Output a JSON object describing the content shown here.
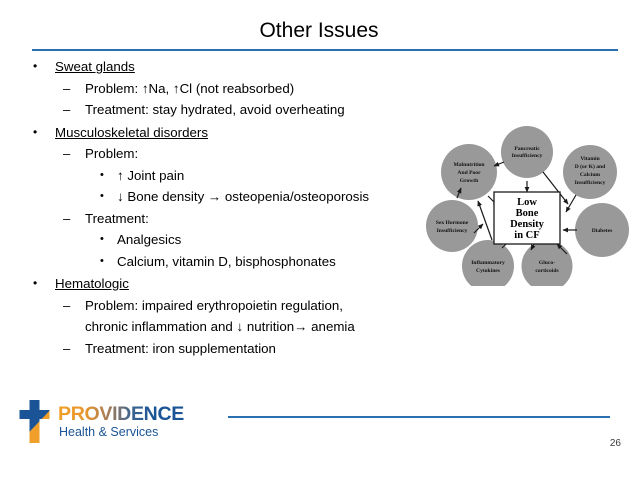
{
  "slide": {
    "title": "Other Issues",
    "page_number": "26",
    "accent_color": "#2a6fb0"
  },
  "bullets": [
    {
      "level": 1,
      "marker": "•",
      "text": "Sweat glands"
    },
    {
      "level": 2,
      "marker": "–",
      "text": "Problem:  ↑Na, ↑Cl (not reabsorbed)"
    },
    {
      "level": 2,
      "marker": "–",
      "text": "Treatment:  stay hydrated, avoid overheating"
    },
    {
      "level": 1,
      "marker": "•",
      "text": "Musculoskeletal disorders"
    },
    {
      "level": 2,
      "marker": "–",
      "text": "Problem:"
    },
    {
      "level": 3,
      "marker": "•",
      "text": "↑ Joint pain"
    },
    {
      "level": 3,
      "marker": "•",
      "text": "↓ Bone density → osteopenia/osteoporosis"
    },
    {
      "level": 2,
      "marker": "–",
      "text": "Treatment:"
    },
    {
      "level": 3,
      "marker": "•",
      "text": "Analgesics"
    },
    {
      "level": 3,
      "marker": "•",
      "text": "Calcium, vitamin D, bisphosphonates"
    },
    {
      "level": 1,
      "marker": "•",
      "text": "Hematologic"
    },
    {
      "level": 2,
      "marker": "–",
      "text": "Problem: impaired erythropoietin regulation,",
      "text2": "chronic inflammation and ↓ nutrition→ anemia"
    },
    {
      "level": 2,
      "marker": "–",
      "text": "Treatment:  iron supplementation"
    }
  ],
  "diagram": {
    "center": {
      "lines": [
        "Low",
        "Bone",
        "Density",
        "in CF"
      ]
    },
    "node_color": "#999999",
    "nodes": [
      {
        "id": "pancreatic-insufficiency",
        "lines": [
          "Pancreatic",
          "Insufficiency"
        ]
      },
      {
        "id": "vitamin-d-calcium-insufficiency",
        "lines": [
          "Vitamin",
          "D (or K) and",
          "Calcium",
          "Insufficiency"
        ]
      },
      {
        "id": "diabetes",
        "lines": [
          "Diabetes"
        ]
      },
      {
        "id": "glucocorticoids",
        "lines": [
          "Gluco-",
          "corticoids"
        ]
      },
      {
        "id": "inflammatory-cytokines",
        "lines": [
          "Inflammatory",
          "Cytokines"
        ]
      },
      {
        "id": "sex-hormone-insufficiency",
        "lines": [
          "Sex Hormone",
          "Insufficiency"
        ]
      },
      {
        "id": "malnutrition-poor-growth",
        "lines": [
          "Malnutrition",
          "And Poor",
          "Growth"
        ]
      }
    ]
  },
  "logo": {
    "wordmark": "PROVIDENCE",
    "tagline": "Health & Services",
    "blue": "#1a5496",
    "orange": "#f0a02a"
  }
}
